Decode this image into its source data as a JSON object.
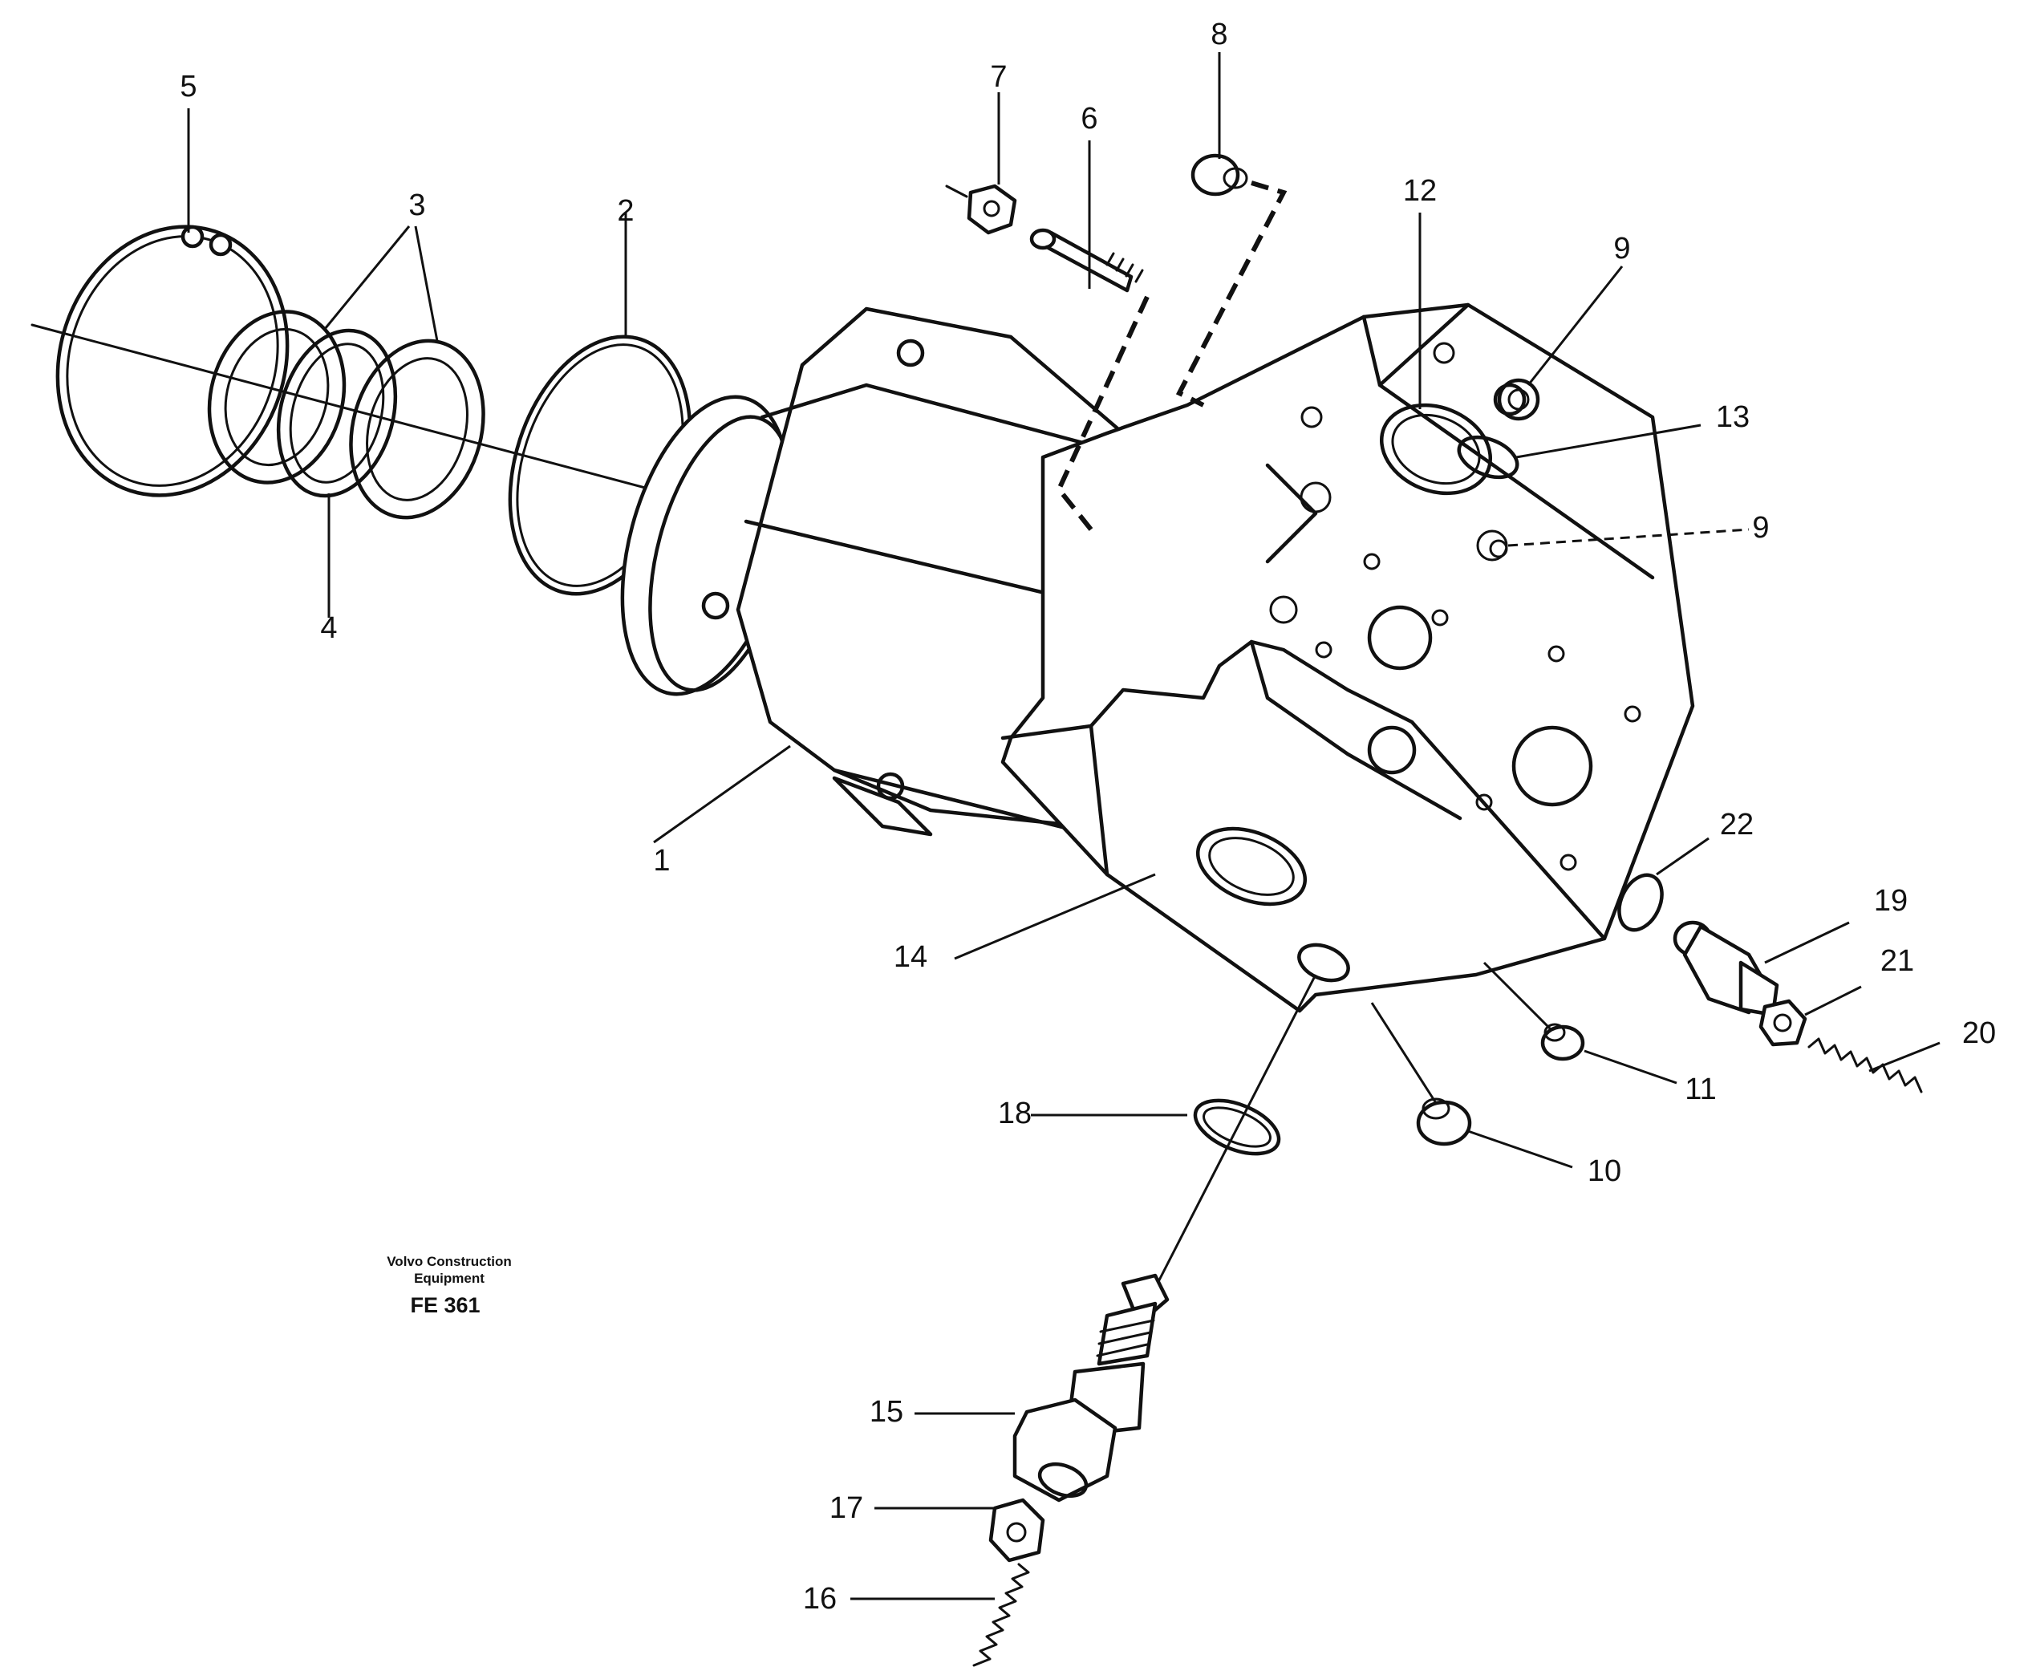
{
  "diagram": {
    "publisher": "Volvo Construction Equipment",
    "publisher_line1": "Volvo Construction",
    "publisher_line2": "Equipment",
    "figure_code": "FE 361",
    "callouts": [
      "1",
      "2",
      "3",
      "4",
      "5",
      "6",
      "7",
      "8",
      "9",
      "9",
      "10",
      "11",
      "12",
      "13",
      "14",
      "15",
      "16",
      "17",
      "18",
      "19",
      "20",
      "21",
      "22"
    ]
  }
}
